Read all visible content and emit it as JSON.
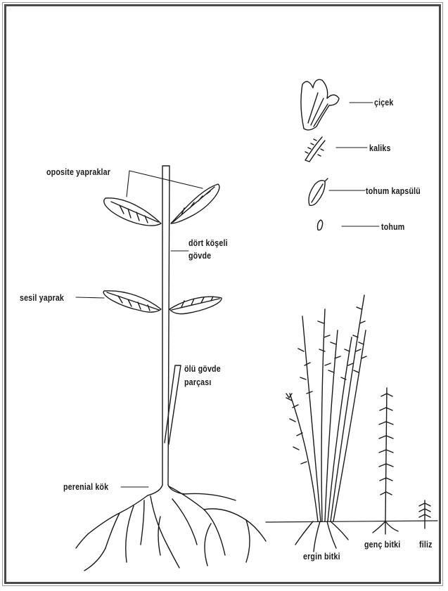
{
  "labels": {
    "opposite_leaves": "oposite yapraklar",
    "four_angled_stem": "dört köşeli",
    "four_angled_stem_2": "gövde",
    "sessile_leaf": "sesil yaprak",
    "dead_stem_1": "ölü gövde",
    "dead_stem_2": "parçası",
    "perennial_root": "perenial kök",
    "flower": "çiçek",
    "calyx": "kaliks",
    "seed_capsule": "tohum kapsülü",
    "seed": "tohum",
    "mature_plant": "ergin bitki",
    "young_plant": "genç bitki",
    "seedling": "filiz"
  },
  "colors": {
    "ink": "#1a1a1a",
    "frame": "#4a4a4a"
  }
}
